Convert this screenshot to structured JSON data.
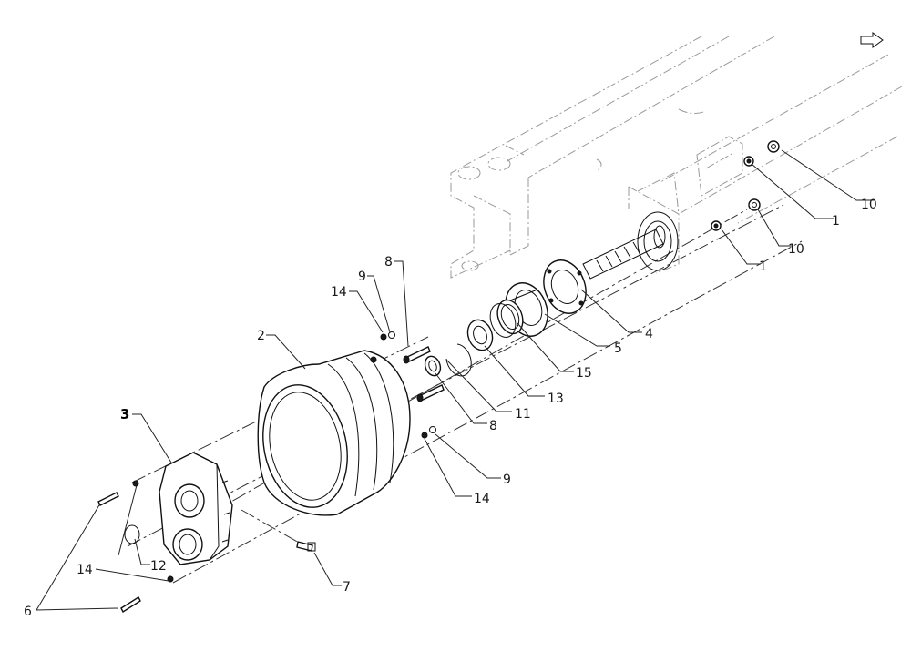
{
  "diagram": {
    "callouts": [
      {
        "id": "c-1a",
        "label": "1"
      },
      {
        "id": "c-1b",
        "label": "1"
      },
      {
        "id": "c-2",
        "label": "2"
      },
      {
        "id": "c-3",
        "label": "3"
      },
      {
        "id": "c-4",
        "label": "4"
      },
      {
        "id": "c-5",
        "label": "5"
      },
      {
        "id": "c-6",
        "label": "6"
      },
      {
        "id": "c-7",
        "label": "7"
      },
      {
        "id": "c-8a",
        "label": "8"
      },
      {
        "id": "c-8b",
        "label": "8"
      },
      {
        "id": "c-9a",
        "label": "9"
      },
      {
        "id": "c-9b",
        "label": "9"
      },
      {
        "id": "c-10a",
        "label": "10"
      },
      {
        "id": "c-10b",
        "label": "10"
      },
      {
        "id": "c-11",
        "label": "11"
      },
      {
        "id": "c-12",
        "label": "12"
      },
      {
        "id": "c-13",
        "label": "13"
      },
      {
        "id": "c-14a",
        "label": "14"
      },
      {
        "id": "c-14b",
        "label": "14"
      },
      {
        "id": "c-14c",
        "label": "14"
      },
      {
        "id": "c-15",
        "label": "15"
      }
    ],
    "nav_icon": "next-page-arrow-icon"
  }
}
